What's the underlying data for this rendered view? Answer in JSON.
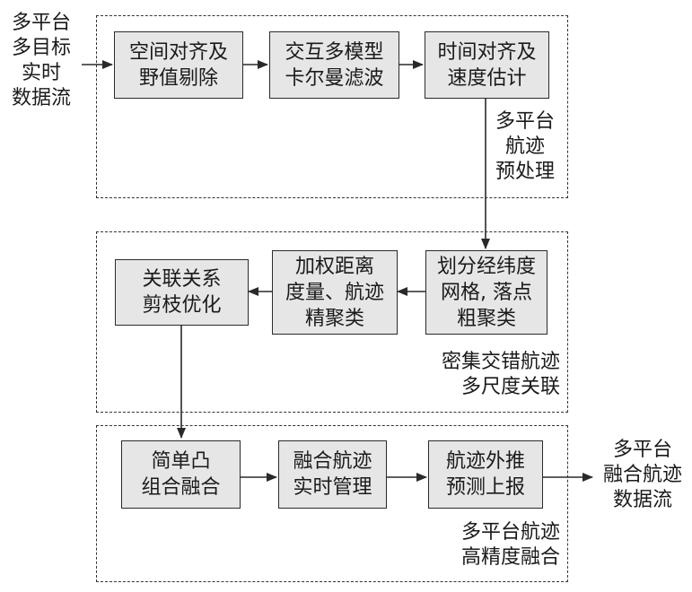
{
  "input": {
    "lines": [
      "多平台",
      "多目标",
      "实时",
      "数据流"
    ]
  },
  "output": {
    "lines": [
      "多平台",
      "融合航迹",
      "数据流"
    ]
  },
  "stages": [
    {
      "id": "preprocess",
      "label_lines": [
        "多平台",
        "航迹",
        "预处理"
      ],
      "boxes": [
        {
          "id": "spatial-align",
          "lines": [
            "空间对齐及",
            "野值剔除"
          ]
        },
        {
          "id": "imm-kalman",
          "lines": [
            "交互多模型",
            "卡尔曼滤波"
          ]
        },
        {
          "id": "time-align",
          "lines": [
            "时间对齐及",
            "速度估计"
          ]
        }
      ]
    },
    {
      "id": "association",
      "label_lines": [
        "密集交错航迹",
        "多尺度关联"
      ],
      "boxes": [
        {
          "id": "grid-cluster",
          "lines": [
            "划分经纬度",
            "网格, 落点",
            "粗聚类"
          ]
        },
        {
          "id": "weighted-cluster",
          "lines": [
            "加权距离",
            "度量、航迹",
            "精聚类"
          ]
        },
        {
          "id": "prune-optimize",
          "lines": [
            "关联关系",
            "剪枝优化"
          ]
        }
      ]
    },
    {
      "id": "fusion",
      "label_lines": [
        "多平台航迹",
        "高精度融合"
      ],
      "boxes": [
        {
          "id": "convex-combination",
          "lines": [
            "简单凸",
            "组合融合"
          ]
        },
        {
          "id": "track-management",
          "lines": [
            "融合航迹",
            "实时管理"
          ]
        },
        {
          "id": "extrapolate-report",
          "lines": [
            "航迹外推",
            "预测上报"
          ]
        }
      ]
    }
  ]
}
